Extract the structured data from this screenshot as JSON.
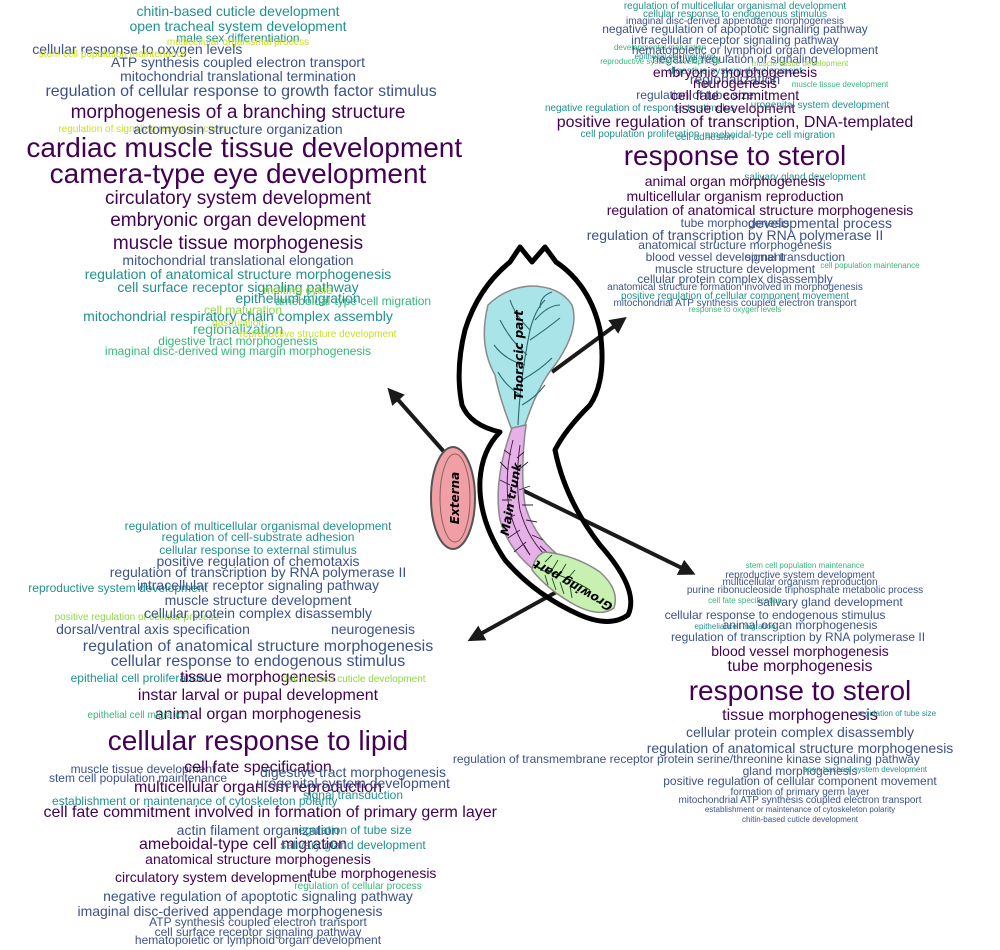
{
  "labels": {
    "thoracic": "Thoracic part",
    "main_trunk": "Main trunk",
    "growing": "Growing part",
    "externa": "Externa"
  },
  "palette": [
    "#440154",
    "#3b528b",
    "#21918c",
    "#35b779",
    "#90d743",
    "#c8e020"
  ],
  "clouds": {
    "top_left": [
      [
        "chitin-based cuticle development",
        2,
        3
      ],
      [
        "open tracheal system development",
        2,
        3
      ],
      [
        "male sex differentiation",
        2,
        2
      ],
      [
        "multicellular organismal process",
        5,
        1
      ],
      [
        "cellular response to oxygen levels",
        1,
        3
      ],
      [
        "stem cell population maintenance",
        5,
        1
      ],
      [
        "ATP synthesis coupled electron transport",
        1,
        3
      ],
      [
        "mitochondrial translational termination",
        1,
        3
      ],
      [
        "regulation of cellular response to growth factor stimulus",
        1,
        4
      ],
      [
        "morphogenesis of a branching structure",
        0,
        5
      ],
      [
        "regulation of signaling receptor activity",
        5,
        1
      ],
      [
        "actomyosin structure organization",
        1,
        3
      ],
      [
        "cardiac muscle tissue development",
        0,
        6
      ],
      [
        "camera-type eye development",
        0,
        6
      ],
      [
        "circulatory system development",
        0,
        5
      ],
      [
        "embryonic organ development",
        0,
        5
      ],
      [
        "muscle tissue morphogenesis",
        0,
        5
      ],
      [
        "mitochondrial translational elongation",
        1,
        3
      ],
      [
        "regulation of anatomical structure morphogenesis",
        2,
        3
      ],
      [
        "cell surface receptor signaling pathway",
        2,
        3
      ],
      [
        "molting cycle",
        4,
        2
      ],
      [
        "epithelium migration",
        2,
        3
      ],
      [
        "ameboidal-type cell migration",
        3,
        2
      ],
      [
        "cell maturation",
        4,
        2
      ],
      [
        "mitochondrial respiratory chain complex assembly",
        2,
        3
      ],
      [
        "gastrulation",
        5,
        1
      ],
      [
        "regionalization",
        3,
        3
      ],
      [
        "reproductive structure development",
        5,
        1
      ],
      [
        "digestive tract morphogenesis",
        3,
        2
      ],
      [
        "imaginal disc-derived wing margin morphogenesis",
        3,
        2
      ]
    ],
    "top_right": [
      [
        "regulation of multicellular organismal development",
        2,
        1
      ],
      [
        "cellular response to endogenous stimulus",
        2,
        1
      ],
      [
        "imaginal disc-derived appendage morphogenesis",
        1,
        1
      ],
      [
        "negative regulation of apoptotic signaling pathway",
        1,
        2
      ],
      [
        "intracellular receptor signaling pathway",
        1,
        2
      ],
      [
        "developmental maturation",
        3,
        0
      ],
      [
        "hematopoietic or lymphoid organ development",
        1,
        2
      ],
      [
        "epithelial cell migration",
        2,
        0
      ],
      [
        "negative regulation of signaling",
        1,
        2
      ],
      [
        "reproductive system development",
        3,
        0
      ],
      [
        "muscle tissue development",
        4,
        0
      ],
      [
        "digestive system development",
        2,
        1
      ],
      [
        "embryonic morphogenesis",
        0,
        3
      ],
      [
        "regionalization",
        1,
        3
      ],
      [
        "neurogenesis",
        0,
        3
      ],
      [
        "muscle tissue development",
        3,
        0
      ],
      [
        "regulation of tube size",
        1,
        2
      ],
      [
        "cell fate commitment",
        0,
        3
      ],
      [
        "negative regulation of response to stimulus",
        2,
        1
      ],
      [
        "tissue development",
        0,
        3
      ],
      [
        "urogenital system development",
        2,
        1
      ],
      [
        "positive regulation of transcription, DNA-templated",
        0,
        4
      ],
      [
        "cell population proliferation",
        2,
        1
      ],
      [
        "cell adhesion",
        2,
        1
      ],
      [
        "ameboidal-type cell migration",
        2,
        1
      ],
      [
        "response to sterol",
        0,
        6
      ],
      [
        "salivary gland development",
        2,
        1
      ],
      [
        "animal organ morphogenesis",
        0,
        3
      ],
      [
        "multicellular organism reproduction",
        0,
        3
      ],
      [
        "regulation of anatomical structure morphogenesis",
        0,
        3
      ],
      [
        "developmental process",
        1,
        3
      ],
      [
        "tube morphogenesis",
        1,
        2
      ],
      [
        "regulation of transcription by RNA polymerase II",
        1,
        3
      ],
      [
        "anatomical structure morphogenesis",
        1,
        2
      ],
      [
        "blood vessel development",
        1,
        2
      ],
      [
        "signal transduction",
        1,
        2
      ],
      [
        "muscle structure development",
        1,
        2
      ],
      [
        "cell population maintenance",
        3,
        0
      ],
      [
        "cellular protein complex disassembly",
        1,
        2
      ],
      [
        "anatomical structure formation involved in morphogenesis",
        1,
        1
      ],
      [
        "positive regulation of cellular component movement",
        2,
        1
      ],
      [
        "mitochondrial ATP synthesis coupled electron transport",
        1,
        1
      ],
      [
        "response to oxygen levels",
        3,
        0
      ]
    ],
    "bottom_left": [
      [
        "regulation of multicellular organismal development",
        2,
        2
      ],
      [
        "regulation of cell-substrate adhesion",
        2,
        2
      ],
      [
        "cellular response to external stimulus",
        2,
        2
      ],
      [
        "positive regulation of chemotaxis",
        1,
        3
      ],
      [
        "regulation of transcription by RNA polymerase II",
        1,
        3
      ],
      [
        "reproductive system development",
        2,
        2
      ],
      [
        "intracellular receptor signaling pathway",
        1,
        3
      ],
      [
        "muscle structure development",
        1,
        3
      ],
      [
        "positive regulation of cellular process",
        4,
        1
      ],
      [
        "cellular protein complex disassembly",
        1,
        3
      ],
      [
        "dorsal/ventral axis specification",
        1,
        3
      ],
      [
        "neurogenesis",
        1,
        3
      ],
      [
        "regulation of anatomical structure morphogenesis",
        1,
        4
      ],
      [
        "cellular response to endogenous stimulus",
        1,
        4
      ],
      [
        "epithelial cell proliferation",
        2,
        2
      ],
      [
        "tissue morphogenesis",
        0,
        4
      ],
      [
        "chitin-based cuticle development",
        4,
        1
      ],
      [
        "instar larval or pupal development",
        0,
        4
      ],
      [
        "animal organ morphogenesis",
        0,
        4
      ],
      [
        "epithelial cell migration",
        3,
        1
      ],
      [
        "cellular response to lipid",
        0,
        6
      ],
      [
        "muscle tissue development",
        1,
        2
      ],
      [
        "cell fate specification",
        0,
        4
      ],
      [
        "digestive tract morphogenesis",
        1,
        3
      ],
      [
        "stem cell population maintenance",
        1,
        2
      ],
      [
        "multicellular organism reproduction",
        0,
        4
      ],
      [
        "urogenital system development",
        1,
        3
      ],
      [
        "establishment or maintenance of cytoskeleton polarity",
        2,
        2
      ],
      [
        "signal transduction",
        2,
        2
      ],
      [
        "cell fate commitment involved in formation of primary germ layer",
        0,
        4
      ],
      [
        "actin filament organization",
        1,
        3
      ],
      [
        "regulation of tube size",
        2,
        2
      ],
      [
        "ameboidal-type cell migration",
        0,
        4
      ],
      [
        "salivary gland development",
        2,
        2
      ],
      [
        "anatomical structure morphogenesis",
        0,
        3
      ],
      [
        "circulatory system development",
        0,
        3
      ],
      [
        "tube morphogenesis",
        0,
        3
      ],
      [
        "regulation of cellular process",
        3,
        1
      ],
      [
        "negative regulation of apoptotic signaling pathway",
        1,
        3
      ],
      [
        "imaginal disc-derived appendage morphogenesis",
        1,
        3
      ],
      [
        "ATP synthesis coupled electron transport",
        1,
        2
      ],
      [
        "cell surface receptor signaling pathway",
        1,
        2
      ],
      [
        "hematopoietic or lymphoid organ development",
        1,
        2
      ]
    ],
    "bottom_right": [
      [
        "stem cell population maintenance",
        3,
        0
      ],
      [
        "reproductive system development",
        1,
        1
      ],
      [
        "multicellular organism reproduction",
        1,
        1
      ],
      [
        "purine ribonucleoside triphosphate metabolic process",
        1,
        1
      ],
      [
        "cell fate specification",
        3,
        0
      ],
      [
        "salivary gland development",
        1,
        2
      ],
      [
        "cellular response to endogenous stimulus",
        1,
        2
      ],
      [
        "animal organ morphogenesis",
        1,
        2
      ],
      [
        "epithelial cell migration",
        2,
        0
      ],
      [
        "regulation of transcription by RNA polymerase II",
        1,
        2
      ],
      [
        "blood vessel morphogenesis",
        0,
        3
      ],
      [
        "tube morphogenesis",
        0,
        4
      ],
      [
        "response to sterol",
        0,
        6
      ],
      [
        "tissue morphogenesis",
        0,
        4
      ],
      [
        "regulation of tube size",
        2,
        0
      ],
      [
        "cellular protein complex disassembly",
        1,
        3
      ],
      [
        "regulation of anatomical structure morphogenesis",
        1,
        3
      ],
      [
        "regulation of transmembrane receptor protein serine/threonine kinase signaling pathway",
        1,
        2
      ],
      [
        "gland morphogenesis",
        1,
        2
      ],
      [
        "open tracheal system development",
        2,
        0
      ],
      [
        "positive regulation of cellular component movement",
        1,
        2
      ],
      [
        "formation of primary germ layer",
        1,
        1
      ],
      [
        "mitochondrial ATP synthesis coupled electron transport",
        1,
        1
      ],
      [
        "establishment or maintenance of cytoskeleton polarity",
        1,
        0
      ],
      [
        "chitin-based cuticle development",
        1,
        0
      ]
    ]
  }
}
